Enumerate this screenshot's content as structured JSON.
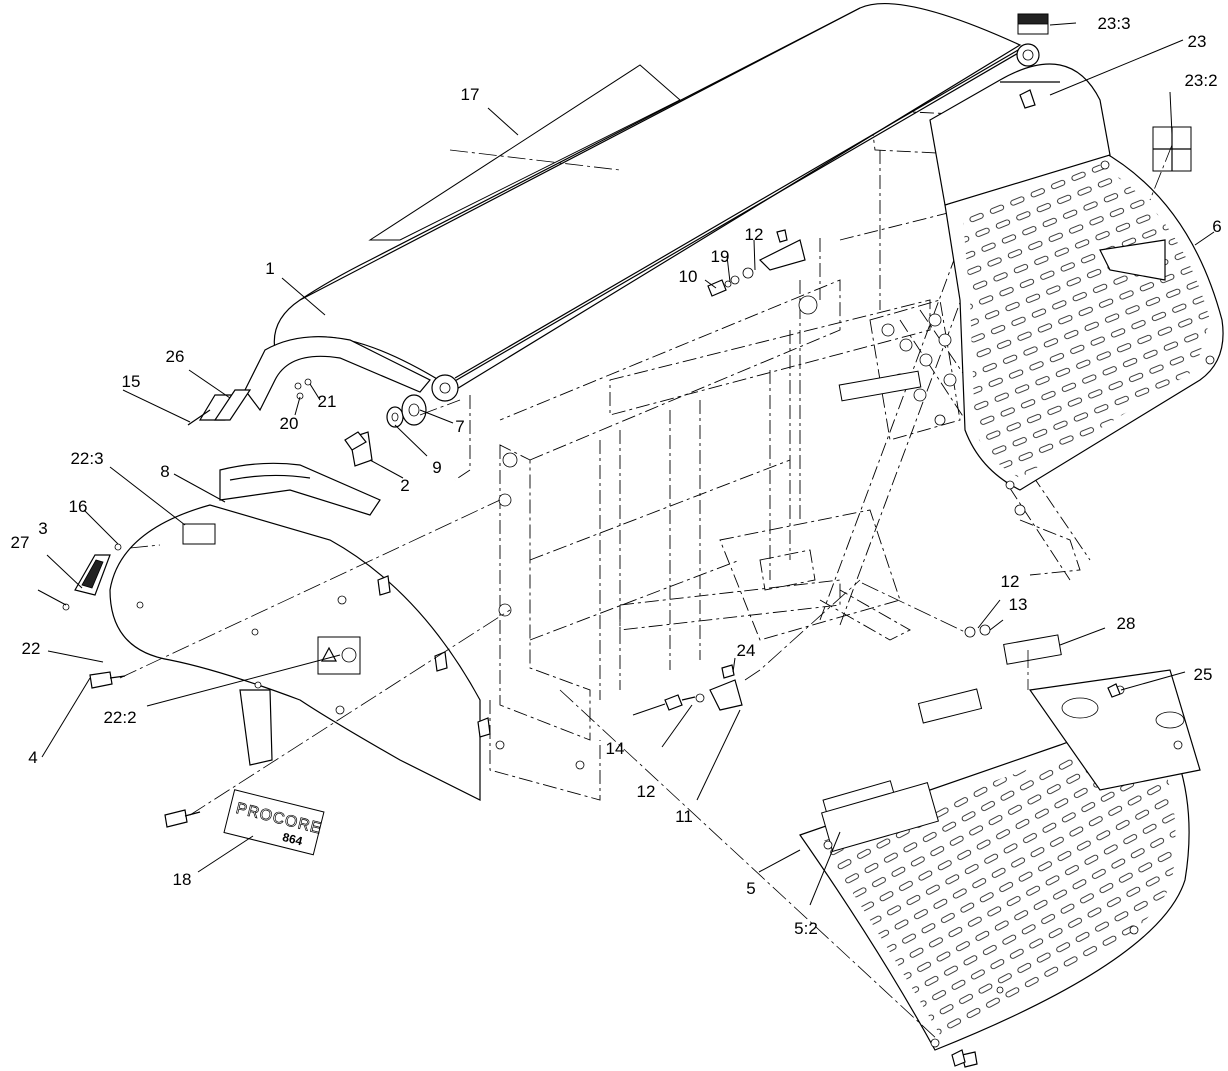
{
  "diagram": {
    "brand_plate": {
      "brand": "PROCORE",
      "model": "864"
    },
    "callouts": [
      {
        "id": "c1",
        "label": "1"
      },
      {
        "id": "c2",
        "label": "2"
      },
      {
        "id": "c3",
        "label": "3"
      },
      {
        "id": "c4",
        "label": "4"
      },
      {
        "id": "c5",
        "label": "5"
      },
      {
        "id": "c5-2",
        "label": "5:2"
      },
      {
        "id": "c6",
        "label": "6"
      },
      {
        "id": "c7",
        "label": "7"
      },
      {
        "id": "c8",
        "label": "8"
      },
      {
        "id": "c9",
        "label": "9"
      },
      {
        "id": "c10",
        "label": "10"
      },
      {
        "id": "c11",
        "label": "11"
      },
      {
        "id": "c12a",
        "label": "12"
      },
      {
        "id": "c12b",
        "label": "12"
      },
      {
        "id": "c12c",
        "label": "12"
      },
      {
        "id": "c13",
        "label": "13"
      },
      {
        "id": "c14",
        "label": "14"
      },
      {
        "id": "c15",
        "label": "15"
      },
      {
        "id": "c16",
        "label": "16"
      },
      {
        "id": "c17",
        "label": "17"
      },
      {
        "id": "c18",
        "label": "18"
      },
      {
        "id": "c19",
        "label": "19"
      },
      {
        "id": "c20",
        "label": "20"
      },
      {
        "id": "c21",
        "label": "21"
      },
      {
        "id": "c22",
        "label": "22"
      },
      {
        "id": "c22-2",
        "label": "22:2"
      },
      {
        "id": "c22-3",
        "label": "22:3"
      },
      {
        "id": "c23",
        "label": "23"
      },
      {
        "id": "c23-2",
        "label": "23:2"
      },
      {
        "id": "c23-3",
        "label": "23:3"
      },
      {
        "id": "c24",
        "label": "24"
      },
      {
        "id": "c25",
        "label": "25"
      },
      {
        "id": "c26",
        "label": "26"
      },
      {
        "id": "c27",
        "label": "27"
      },
      {
        "id": "c28",
        "label": "28"
      }
    ]
  }
}
